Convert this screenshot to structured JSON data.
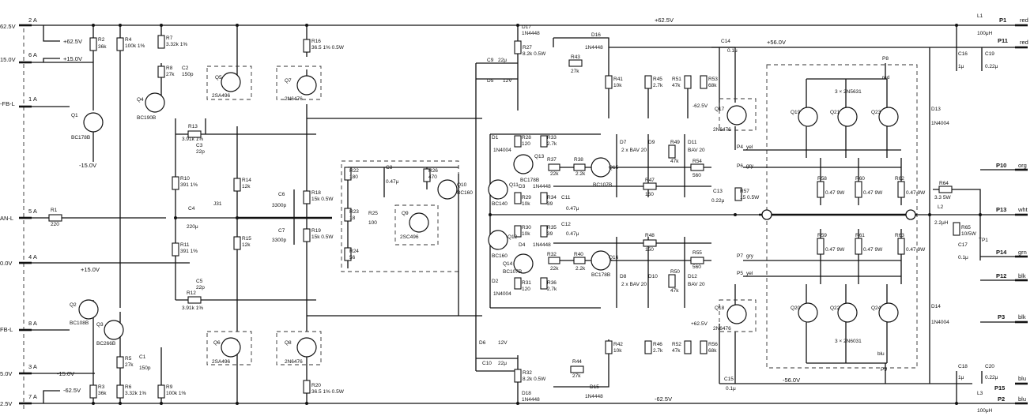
{
  "rails": {
    "pos": "+62.5V",
    "pos56": "+56.0V",
    "neg56": "-56.0V",
    "neg": "-62.5V"
  },
  "inputs": [
    {
      "pin": "2 A",
      "label": "62.5V"
    },
    {
      "pin": "6 A",
      "label": "15.0V"
    },
    {
      "pin": "1 A",
      "label": "-FB-L"
    },
    {
      "pin": "5 A",
      "label": "AN-L"
    },
    {
      "pin": "4 A",
      "label": "0.0V"
    },
    {
      "pin": "8 A",
      "label": "FB-L"
    },
    {
      "pin": "3 A",
      "label": "5.0V"
    },
    {
      "pin": "7 A",
      "label": "2.5V"
    }
  ],
  "outputs": [
    {
      "pin": "P1",
      "label": "red"
    },
    {
      "pin": "P11",
      "label": "red"
    },
    {
      "pin": "P10",
      "label": "org"
    },
    {
      "pin": "P13",
      "label": "wht"
    },
    {
      "pin": "P14",
      "label": "grn"
    },
    {
      "pin": "P12",
      "label": "blk"
    },
    {
      "pin": "P3",
      "label": "blk"
    },
    {
      "pin": "P15",
      "label": "blu"
    },
    {
      "pin": "P2",
      "label": "blu"
    }
  ],
  "supply_notes": {
    "p15": "+15.0V",
    "n15": "-15.0V",
    "p62": "+62.5V",
    "n62": "-62.5V",
    "p15b": "+15.0V",
    "n15b": "-15.0V"
  },
  "left_stage": {
    "r2": "R2",
    "r2v": "36k",
    "r4": "R4",
    "r4v": "100k 1%",
    "r7": "R7",
    "r7v": "3.32k 1%",
    "r8": "R8",
    "r8v": "27k",
    "c2": "C2",
    "c2v": "150p",
    "q1": "Q1",
    "q1t": "BC178B",
    "q4": "Q4",
    "q4t": "BC190B",
    "q5": "Q5",
    "q5t": "2SA496",
    "q7": "Q7",
    "q7t": "2N6476",
    "r16": "R16",
    "r16v": "36.5 1% 0.5W",
    "r13": "R13",
    "r13v": "3.91k 1%",
    "c3": "C3",
    "c3v": "22p",
    "r10": "R10",
    "r10v": "391 1%",
    "r1": "R1",
    "r1v": "220",
    "c4": "C4",
    "c4v": "220μ",
    "j31": "J31",
    "r11": "R11",
    "r11v": "391 1%",
    "c5": "C5",
    "c5v": "22p",
    "r12": "R12",
    "r12v": "3.91k 1%",
    "r14": "R14",
    "r14v": "12k",
    "r15": "R15",
    "r15v": "12k",
    "c6": "C6",
    "c6v": "3300p",
    "c7": "C7",
    "c7v": "3300p",
    "r18": "R18",
    "r18v": "15k 0.5W",
    "r19": "R19",
    "r19v": "15k 0.5W",
    "q2": "Q2",
    "q2t": "BC108B",
    "q3": "Q3",
    "q3t": "BC266B",
    "r5": "R5",
    "r5v": "27k",
    "c1": "C1",
    "c1v": "150p",
    "r6": "R6",
    "r6v": "3.32k 1%",
    "r3": "R3",
    "r3v": "36k",
    "r9": "R9",
    "r9v": "100k 1%",
    "q6": "Q6",
    "q6t": "2SA496",
    "q8": "Q8",
    "q8t": "2N6476",
    "r20": "R20",
    "r20v": "36.5 1% 0.5W"
  },
  "bias_stage": {
    "r22": "R22",
    "r22v": "180",
    "c8": "C8",
    "c8v": "0.47μ",
    "r26": "R26",
    "r26v": "470",
    "q10": "Q10",
    "q10t": "BC160",
    "r23": "R23",
    "r23v": "18",
    "r25": "R25",
    "r25v": "100",
    "q9": "Q9",
    "q9t": "2SC496",
    "r24": "R24",
    "r24v": "56"
  },
  "driver_stage": {
    "d17": "D17",
    "d17t": "1N4448",
    "r27": "R27",
    "r27v": "8.2k 0.5W",
    "c9": "C9",
    "c9v": "22μ",
    "d5": "D5",
    "d5v": "12V",
    "d16": "D16",
    "d16t": "1N4448",
    "r43": "R43",
    "r43v": "27k",
    "r41": "R41",
    "r41v": "10k",
    "r45": "R45",
    "r45v": "2.7k",
    "r51": "R51",
    "r51v": "47k",
    "r53": "R53",
    "r53v": "68k",
    "d1": "D1",
    "d1t": "1N4004",
    "r28": "R28",
    "r28v": "120",
    "r33": "R33",
    "r33v": "2.7k",
    "q13": "Q13",
    "q13t": "BC178B",
    "r37": "R37",
    "r37v": "22k",
    "r38": "R38",
    "r38v": "2.2k",
    "q15": "Q15",
    "q15t": "BC107B",
    "d7": "D7",
    "d9": "D9",
    "d11": "D11",
    "bav1": "2 x BAV 20",
    "bav2": "BAV 20",
    "r49": "R49",
    "r49v": "47k",
    "q11": "Q11",
    "q11t": "BC140",
    "d3": "D3",
    "d3t": "1N4448",
    "r29": "R29",
    "r29v": "10k",
    "r34": "R34",
    "r34v": "39",
    "r47": "R47",
    "r47v": "150",
    "r54": "R54",
    "r54v": "560",
    "c11": "C11",
    "c11v": "0.47μ",
    "c12": "C12",
    "c12v": "0.47μ",
    "c13": "C13",
    "c13v": "0.22μ",
    "r57": "R57",
    "r57v": "15 0.5W",
    "r30": "R30",
    "r30v": "10k",
    "r35": "R35",
    "r35v": "39",
    "q12": "Q12",
    "q12t": "BC160",
    "d4": "D4",
    "d4t": "1N4448",
    "r48": "R48",
    "r48v": "150",
    "q14": "Q14",
    "q14t": "BC107B",
    "r32b": "R32",
    "r32bv": "22k",
    "r40": "R40",
    "r40v": "2.2k",
    "q16": "Q16",
    "q16t": "BC178B",
    "r55": "R55",
    "r55v": "560",
    "r31": "R31",
    "r31v": "120",
    "r36": "R36",
    "r36v": "2.7k",
    "d8": "D8",
    "d10": "D10",
    "d12": "D12",
    "r50": "R50",
    "r50v": "47k",
    "d2": "D2",
    "d2t": "1N4004",
    "d6": "D6",
    "d6v": "12V",
    "c10": "C10",
    "c10v": "22μ",
    "r32": "R32",
    "r32v": "8.2k 0.5W",
    "d18": "D18",
    "d18t": "1N4448",
    "r42": "R42",
    "r42v": "10k",
    "r46": "R46",
    "r46v": "2.7k",
    "r52": "R52",
    "r52v": "47k",
    "r56": "R56",
    "r56v": "68k",
    "r44": "R44",
    "r44v": "27k",
    "d15": "D15",
    "d15t": "1N4448"
  },
  "output_stage": {
    "c14": "C14",
    "c14v": "0.1μ",
    "q17": "Q17",
    "q17t": "2N6476",
    "q18": "Q18",
    "q18t": "2N6476",
    "q19": "Q19",
    "q21": "Q21",
    "q23": "Q23",
    "tr_top": "3 × 2N5631",
    "q20": "Q20",
    "q22": "Q22",
    "q24": "Q24",
    "tr_bot": "3 × 2N6031",
    "r58": "R58",
    "r58v": "0.47 9W",
    "r60": "R60",
    "r60v": "0.47 9W",
    "r62": "R62",
    "r62v": "0.47 9W",
    "r59": "R59",
    "r59v": "0.47 9W",
    "r61": "R61",
    "r61v": "0.47 9W",
    "r63": "R63",
    "r63v": "0.47 9W",
    "p8": "P8",
    "p8c": "red",
    "p9": "P9",
    "p9c": "blu",
    "p4": "P4",
    "p4c": "yel",
    "p6": "P6",
    "p6c": "gry",
    "p7": "P7",
    "p7c": "gry",
    "p5": "P5",
    "p5c": "yel",
    "c15": "C15",
    "c15v": "0.1μ"
  },
  "right_stage": {
    "l1": "L1",
    "l1v": "100μH",
    "l3": "L3",
    "l3v": "100μH",
    "c16": "C16",
    "c16v": "1μ",
    "c19": "C19",
    "c19v": "0.22μ",
    "c18": "C18",
    "c18v": "1μ",
    "c20": "C20",
    "c20v": "0.22μ",
    "d13": "D13",
    "d13t": "1N4004",
    "d14": "D14",
    "d14t": "1N4004",
    "r64": "R64",
    "r64v": "3.3 5W",
    "l2": "L2",
    "l2v": "2.2μH",
    "r65": "R65",
    "r65v": "10/5W",
    "c17": "C17",
    "c17v": "0.1μ",
    "tp1": "TP1"
  }
}
